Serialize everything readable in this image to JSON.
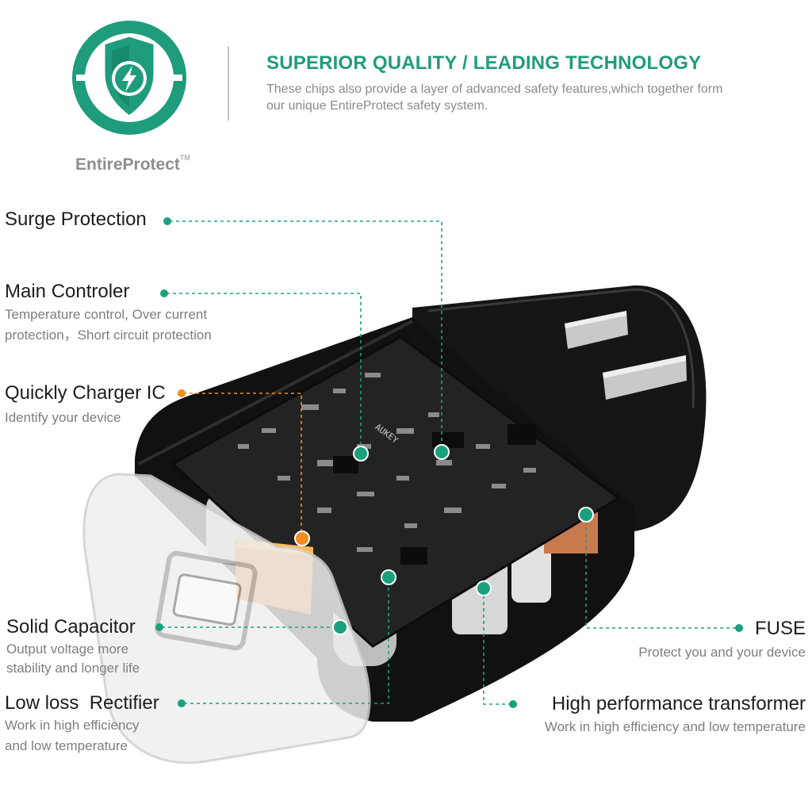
{
  "header": {
    "title": "SUPERIOR QUALITY / LEADING TECHNOLOGY",
    "description": "These chips also provide a layer of advanced safety features,which together form our unique EntireProtect safety system."
  },
  "logo": {
    "icon": "shield-lightning-icon",
    "brand": "EntireProtect",
    "trademark": "TM",
    "color": "#1f9c7c"
  },
  "pcb_marking": "AUKEY",
  "features": [
    {
      "label": "Surge Protection",
      "desc_lines": []
    },
    {
      "label": "Main Controler",
      "desc_lines": [
        "Temperature control, Over current",
        "protection，Short circuit protection"
      ]
    },
    {
      "label": "Quickly Charger IC",
      "desc_lines": [
        "Identify your device"
      ]
    },
    {
      "label": "Solid Capacitor",
      "desc_lines": [
        "Output voltage more",
        "stability and longer life"
      ]
    },
    {
      "label": "Low loss  Rectifier",
      "desc_lines": [
        "Work in high efficiency",
        "and low temperature"
      ]
    },
    {
      "label": "FUSE",
      "desc_lines": [
        "Protect you and your device"
      ]
    },
    {
      "label": "High performance transformer",
      "desc_lines": [
        "Work in high efficiency and low temperature"
      ]
    }
  ],
  "colors": {
    "accent": "#1f9c7c",
    "callout_green": "#1ba07e",
    "callout_orange": "#f28c1e"
  }
}
